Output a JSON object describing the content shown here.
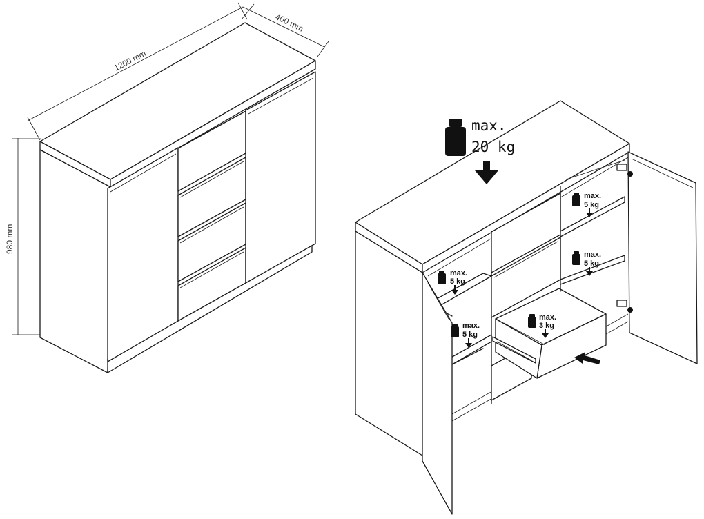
{
  "dimensions": {
    "width_label": "1200 mm",
    "depth_label": "400 mm",
    "height_label": "980 mm"
  },
  "loads": {
    "top": {
      "max": "max.",
      "weight": "20 kg"
    },
    "shelf_left_upper": {
      "max": "max.",
      "weight": "5 kg"
    },
    "shelf_left_lower": {
      "max": "max.",
      "weight": "5 kg"
    },
    "shelf_right_upper": {
      "max": "max.",
      "weight": "5 kg"
    },
    "shelf_right_lower": {
      "max": "max.",
      "weight": "5 kg"
    },
    "drawer": {
      "max": "max.",
      "weight": "3 kg"
    }
  },
  "icons": [
    "weight-icon",
    "arrow-down-icon",
    "push-arrow-icon",
    "hinge-icon"
  ]
}
